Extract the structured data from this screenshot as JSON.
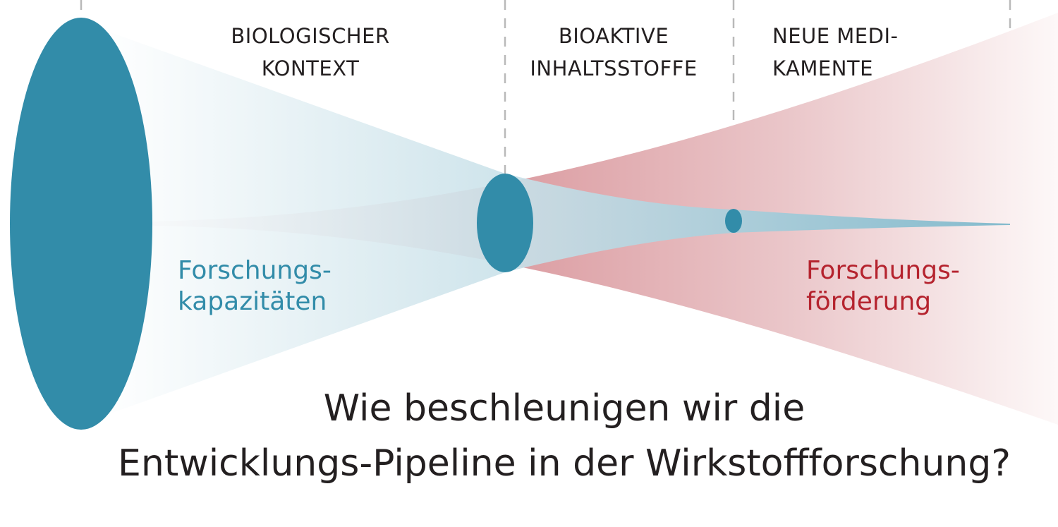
{
  "stages": [
    {
      "line1": "BIOLOGISCHER",
      "line2": "KONTEXT"
    },
    {
      "line1": "BIOAKTIVE",
      "line2": "INHALTSSTOFFE"
    },
    {
      "line1": "NEUE MEDI-",
      "line2": "KAMENTE"
    }
  ],
  "left_label": {
    "line1": "Forschungs-",
    "line2": "kapazitäten"
  },
  "right_label": {
    "line1": "Forschungs-",
    "line2": "förderung"
  },
  "title": {
    "line1": "Wie beschleunigen wir die",
    "line2": "Entwicklungs-Pipeline in der Wirkstoffforschung?"
  },
  "colors": {
    "blue": "#328ca9",
    "red": "#b5232e",
    "text": "#231f20"
  }
}
